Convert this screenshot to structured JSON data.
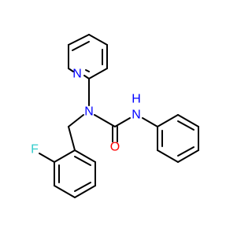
{
  "molecule": {
    "atoms": [
      {
        "symbol": "N",
        "color": "#0000ff"
      },
      {
        "symbol": "N",
        "color": "#0000ff"
      },
      {
        "symbol": "H",
        "color": "#0000ff"
      },
      {
        "symbol": "O",
        "color": "#ff0000"
      },
      {
        "symbol": "F",
        "color": "#33cccc"
      }
    ]
  }
}
